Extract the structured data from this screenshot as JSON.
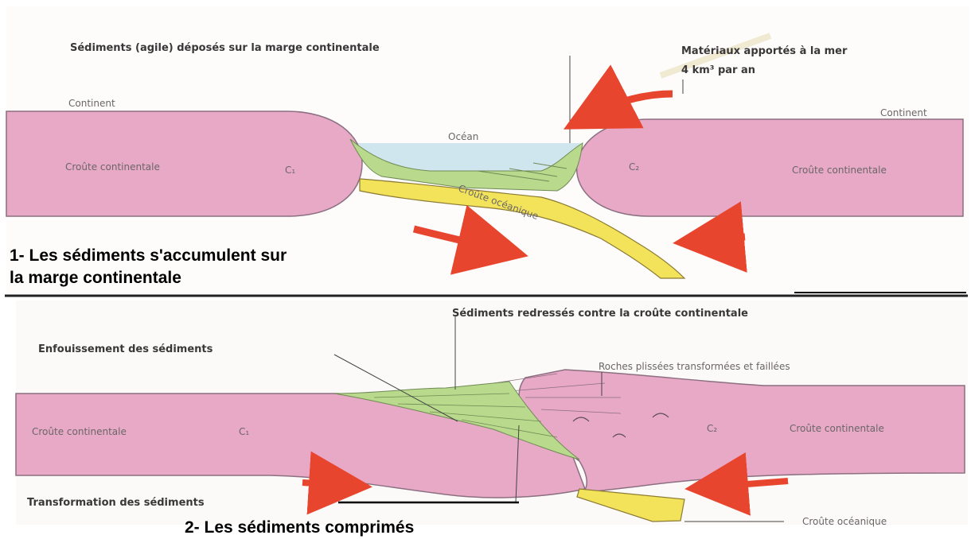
{
  "panel1": {
    "title_sediments": "Sédiments (agile) déposés sur la marge continentale",
    "material_line1": "Matériaux apportés à la mer",
    "material_line2": "4 km³ par an",
    "continent_left": "Continent",
    "continent_right": "Continent",
    "ocean": "Océan",
    "crust_left": "Croûte continentale",
    "crust_right": "Croûte continentale",
    "c1": "C₁",
    "c2": "C₂",
    "oceanic_crust": "Croûte océanique",
    "caption_line1": "1- Les sédiments s'accumulent sur",
    "caption_line2": "la marge continentale"
  },
  "panel2": {
    "sediments_raised": "Sédiments redressés contre la croûte continentale",
    "burial": "Enfouissement des sédiments",
    "folded_rocks": "Roches plissées transformées et faillées",
    "crust_left": "Croûte continentale",
    "crust_right": "Croûte continentale",
    "c1": "C₁",
    "c2": "C₂",
    "transformation": "Transformation des sédiments",
    "oceanic_crust": "Croûte océanique",
    "caption": "2- Les sédiments comprimés"
  },
  "colors": {
    "continental_crust": "#e7a9c6",
    "sediments": "#b9d98c",
    "oceanic_crust": "#f2e35a",
    "ocean": "#cfe6ee",
    "arrow": "#e8452e",
    "outline": "#8c6f80"
  }
}
